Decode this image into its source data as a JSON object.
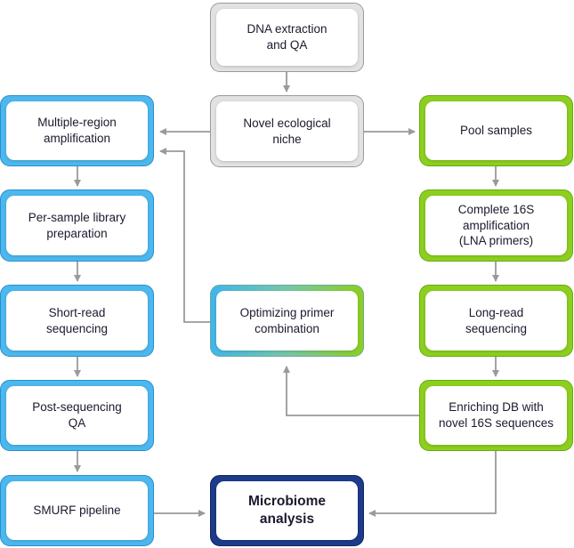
{
  "colors": {
    "arrow": "#9a9a9a",
    "gray_frame": "#e2e2e2",
    "blue_frame": "#4cb8ee",
    "green_frame": "#8ccf1e",
    "navy_frame": "#1d3b8a"
  },
  "nodes": {
    "dna_extraction": "DNA extraction\nand QA",
    "novel_niche": "Novel ecological\nniche",
    "multiple_region": "Multiple-region\namplification",
    "per_sample": "Per-sample library\npreparation",
    "short_read": "Short-read\nsequencing",
    "post_seq_qa": "Post-sequencing\nQA",
    "smurf": "SMURF pipeline",
    "microbiome": "Microbiome\nanalysis",
    "optimizing": "Optimizing primer\ncombination",
    "pool_samples": "Pool samples",
    "complete_16s": "Complete 16S\namplification\n(LNA primers)",
    "long_read": "Long-read\nsequencing",
    "enriching_db": "Enriching DB with\nnovel 16S sequences"
  }
}
